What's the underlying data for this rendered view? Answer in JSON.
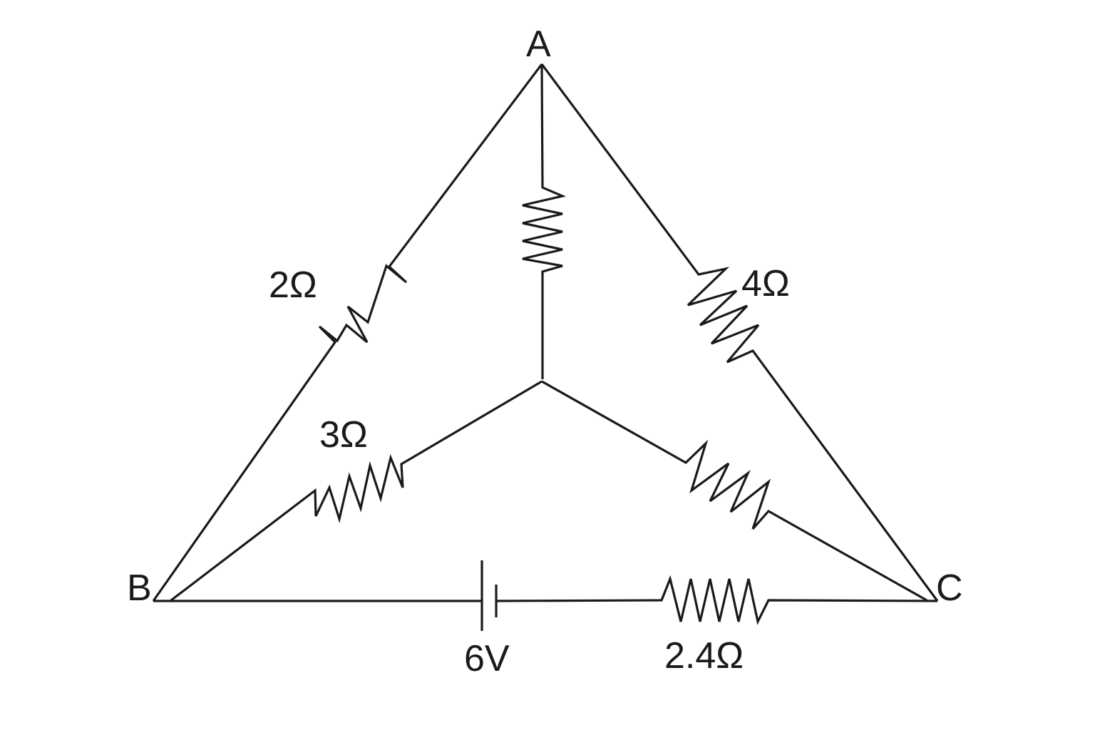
{
  "nodes": {
    "a": "A",
    "b": "B",
    "c": "C"
  },
  "resistors": {
    "ab": "2Ω",
    "ac": "4Ω",
    "b_center": "3Ω",
    "bc": "2.4Ω"
  },
  "battery": {
    "emf": "6V"
  }
}
